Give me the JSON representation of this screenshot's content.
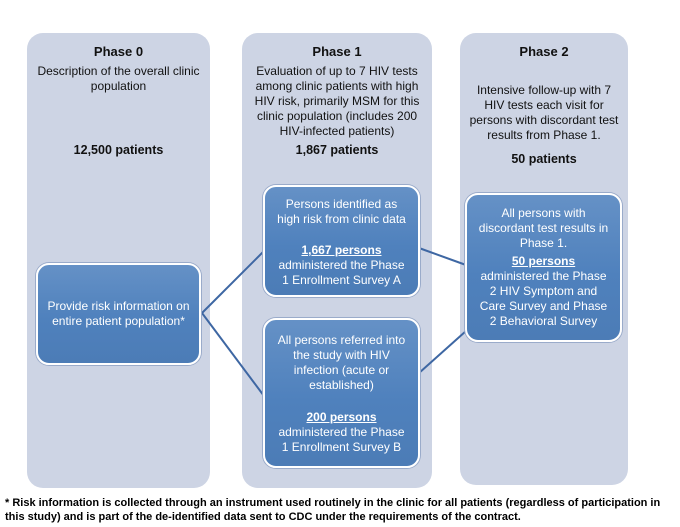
{
  "columns": [
    {
      "title": "Phase 0",
      "description": "Description of the overall clinic population",
      "count": "12,500 patients",
      "box": {
        "text": "Provide risk information on entire patient population*"
      }
    },
    {
      "title": "Phase 1",
      "description": "Evaluation of up to 7 HIV tests among clinic patients with high HIV risk, primarily MSM for this clinic population (includes 200 HIV-infected patients)",
      "count": "1,867 patients",
      "boxes": [
        {
          "intro": "Persons identified as high risk from clinic data",
          "emphasis": "1,667 persons",
          "rest": "administered the Phase 1 Enrollment Survey A"
        },
        {
          "intro": "All persons referred into the study with HIV infection (acute or established)",
          "emphasis": "200 persons",
          "rest": "administered the Phase 1 Enrollment Survey B"
        }
      ]
    },
    {
      "title": "Phase 2",
      "description": "Intensive follow-up with 7 HIV tests each visit for persons with discordant test results from Phase 1.",
      "count": "50 patients",
      "box": {
        "intro": "All persons with discordant test results in Phase 1.",
        "emphasis": "50 persons",
        "rest": "administered the Phase 2 HIV Symptom and Care Survey and Phase 2 Behavioral Survey"
      }
    }
  ],
  "footnote": "* Risk information is collected through an instrument used routinely in the clinic for all patients (regardless of participation in this study) and is part of the de-identified data sent to CDC under the requirements of the contract.",
  "colors": {
    "column_bg": "#cdd4e4",
    "box_fill": "#4f81bd",
    "box_border": "#ffffff",
    "connector": "#3e67a3",
    "text_light": "#ffffff",
    "text_dark": "#000000"
  }
}
